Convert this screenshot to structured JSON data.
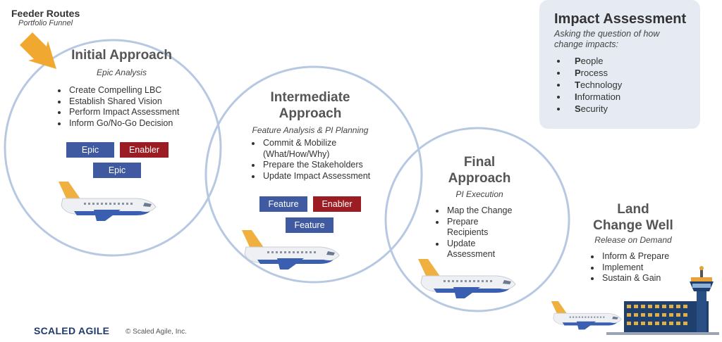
{
  "feeder": {
    "title": "Feeder Routes",
    "subtitle": "Portfolio Funnel"
  },
  "initial": {
    "title": "Initial Approach",
    "subtitle": "Epic Analysis",
    "bullets": [
      "Create Compelling LBC",
      "Establish Shared Vision",
      "Perform Impact Assessment",
      "Inform Go/No-Go Decision"
    ],
    "boxes": [
      "Epic",
      "Enabler",
      "Epic"
    ]
  },
  "intermediate": {
    "title_line1": "Intermediate",
    "title_line2": "Approach",
    "subtitle": "Feature Analysis & PI Planning",
    "bullets": [
      "Commit & Mobilize (What/How/Why)",
      "Prepare the Stakeholders",
      "Update Impact Assessment"
    ],
    "boxes": [
      "Feature",
      "Enabler",
      "Feature"
    ]
  },
  "final": {
    "title_line1": "Final",
    "title_line2": "Approach",
    "subtitle": "PI Execution",
    "bullets": [
      "Map the Change",
      "Prepare Recipients",
      "Update Assessment"
    ]
  },
  "land": {
    "title_line1": "Land",
    "title_line2": "Change Well",
    "subtitle": "Release on Demand",
    "bullets": [
      "Inform & Prepare",
      "Implement",
      "Sustain & Gain"
    ]
  },
  "impact": {
    "title": "Impact Assessment",
    "subtitle": "Asking the question of how change impacts:",
    "items": [
      {
        "first": "P",
        "rest": "eople"
      },
      {
        "first": "P",
        "rest": "rocess"
      },
      {
        "first": "T",
        "rest": "echnology"
      },
      {
        "first": "I",
        "rest": "nformation"
      },
      {
        "first": "S",
        "rest": "ecurity"
      }
    ]
  },
  "footer": {
    "logo": "SCALED AGILE",
    "copyright": "© Scaled Agile, Inc."
  },
  "colors": {
    "circle": "#b7c9e2",
    "arrow": "#f0a830",
    "blue_box": "#3f5aa0",
    "red_box": "#9b1c22",
    "panel": "#e6ebf3"
  },
  "icons": [
    "arrow-icon",
    "airplane-icon",
    "control-tower-icon"
  ]
}
